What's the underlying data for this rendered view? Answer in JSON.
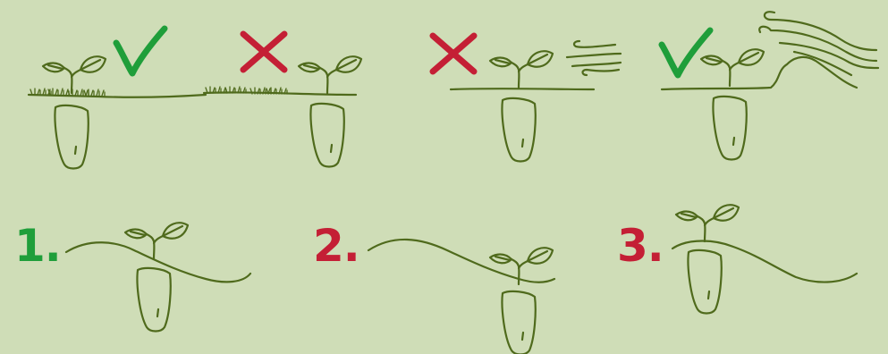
{
  "colors": {
    "background": "#cfddb7",
    "ink": "#4f6a1c",
    "correct": "#1f9e3a",
    "wrong": "#c41f35"
  },
  "top_row": [
    {
      "name": "grass-level-correct",
      "verdict": "check-icon"
    },
    {
      "name": "grass-level-wrong",
      "verdict": "cross-icon"
    },
    {
      "name": "wind-exposed-wrong",
      "verdict": "cross-icon"
    },
    {
      "name": "wind-sheltered-correct",
      "verdict": "check-icon"
    }
  ],
  "steps": [
    {
      "label": "1.",
      "status": "correct"
    },
    {
      "label": "2.",
      "status": "wrong"
    },
    {
      "label": "3.",
      "status": "wrong"
    }
  ]
}
